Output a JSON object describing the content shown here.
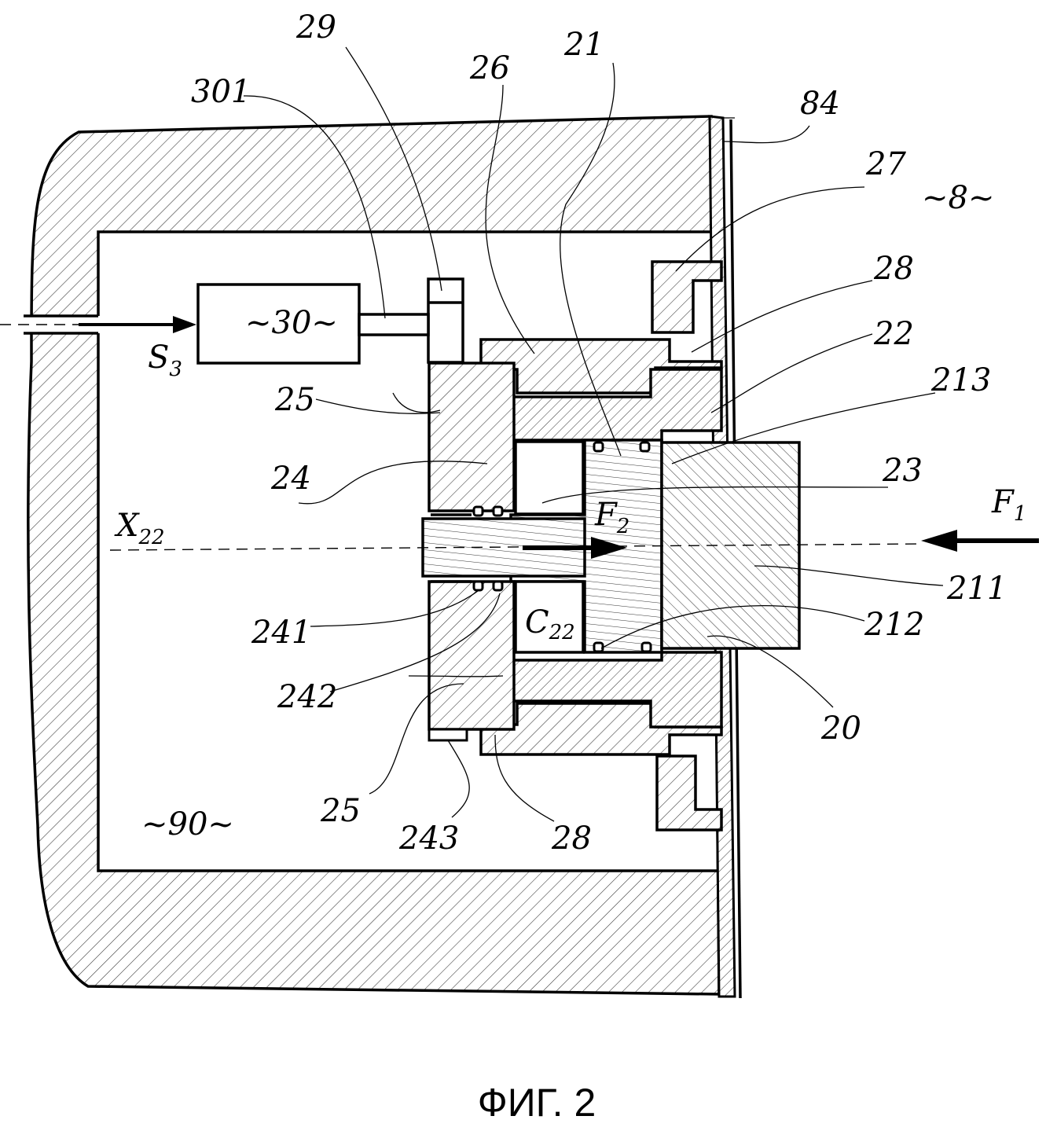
{
  "figure": {
    "caption": "ФИГ. 2",
    "labels": {
      "l29": "29",
      "l21": "21",
      "l26": "26",
      "l301": "301",
      "l84": "84",
      "l27": "27",
      "l8": "~8~",
      "l28_top": "28",
      "l22": "22",
      "l213": "213",
      "l25_top": "25",
      "l23": "23",
      "l24": "24",
      "l30": "~30~",
      "s3_main": "S",
      "s3_sub": "3",
      "f1_main": "F",
      "f1_sub": "1",
      "x22_main": "X",
      "x22_sub": "22",
      "f2_main": "F",
      "f2_sub": "2",
      "l211": "211",
      "l212": "212",
      "c22_main": "C",
      "c22_sub": "22",
      "l241": "241",
      "l242": "242",
      "l20": "20",
      "l25_bottom": "25",
      "l243": "243",
      "l28_bottom": "28",
      "l90": "~90~"
    }
  }
}
